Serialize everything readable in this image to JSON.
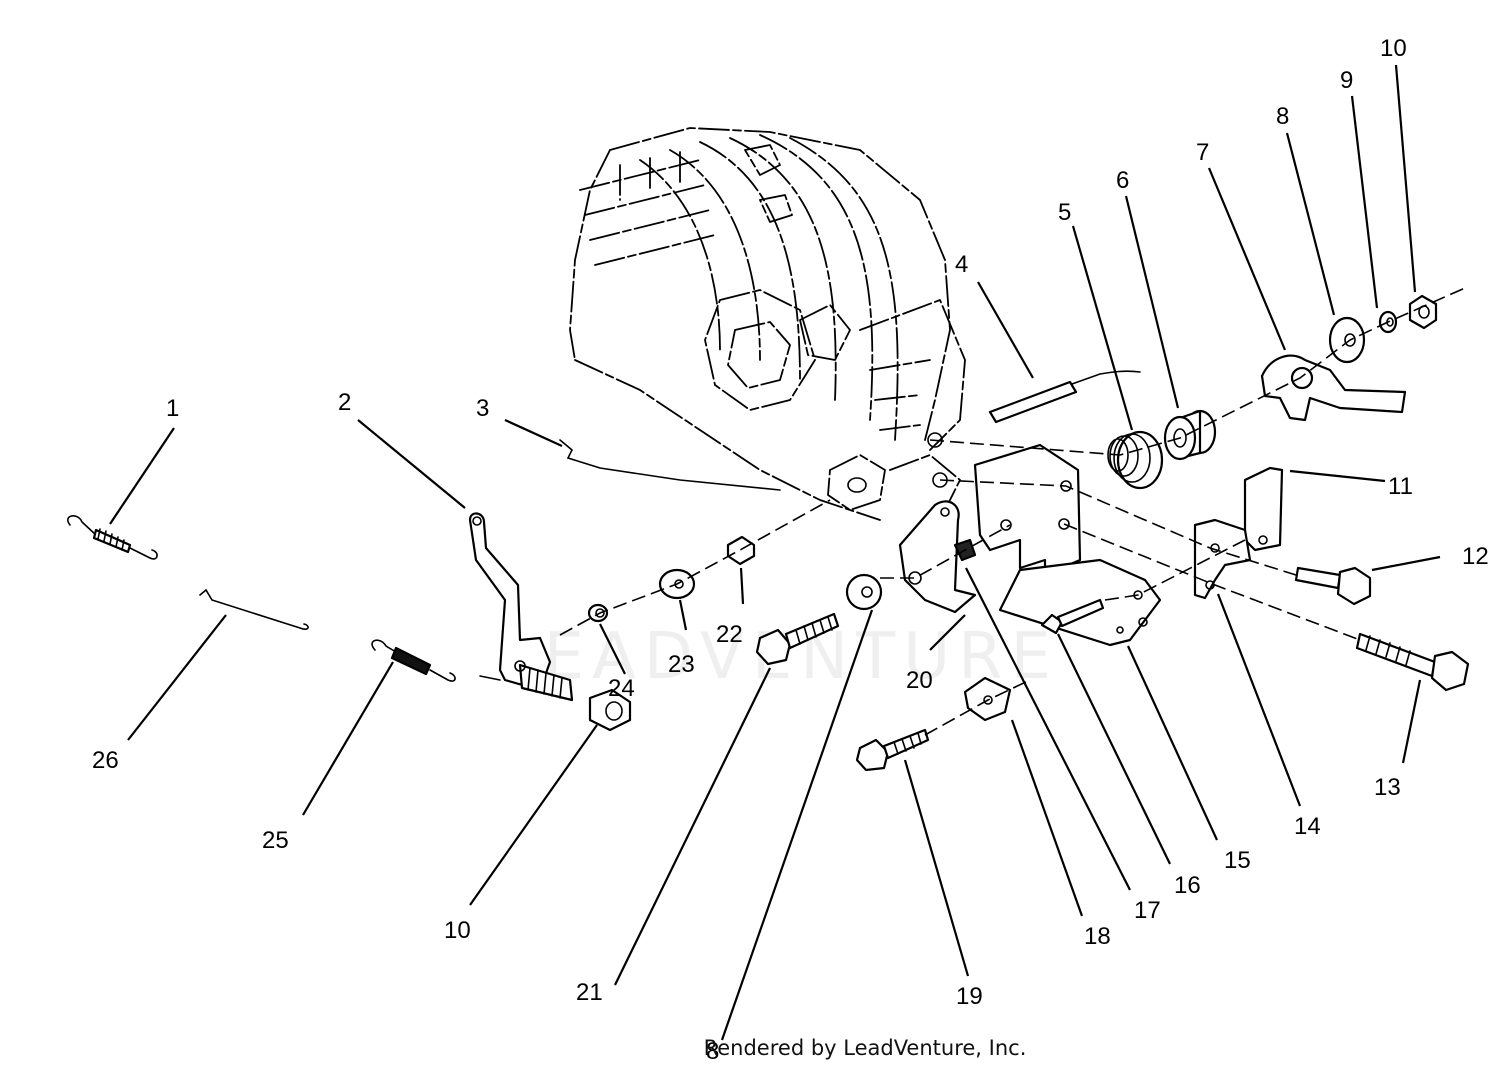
{
  "diagram": {
    "callouts": [
      {
        "id": "c1",
        "label": "1"
      },
      {
        "id": "c2",
        "label": "2"
      },
      {
        "id": "c3",
        "label": "3"
      },
      {
        "id": "c4",
        "label": "4"
      },
      {
        "id": "c5",
        "label": "5"
      },
      {
        "id": "c6",
        "label": "6"
      },
      {
        "id": "c7",
        "label": "7"
      },
      {
        "id": "c8",
        "label": "8"
      },
      {
        "id": "c9",
        "label": "9"
      },
      {
        "id": "c10a",
        "label": "10"
      },
      {
        "id": "c11",
        "label": "11"
      },
      {
        "id": "c12",
        "label": "12"
      },
      {
        "id": "c13",
        "label": "13"
      },
      {
        "id": "c14",
        "label": "14"
      },
      {
        "id": "c15",
        "label": "15"
      },
      {
        "id": "c16",
        "label": "16"
      },
      {
        "id": "c17",
        "label": "17"
      },
      {
        "id": "c18",
        "label": "18"
      },
      {
        "id": "c19",
        "label": "19"
      },
      {
        "id": "c20",
        "label": "20"
      },
      {
        "id": "c21",
        "label": "21"
      },
      {
        "id": "c22",
        "label": "22"
      },
      {
        "id": "c23",
        "label": "23"
      },
      {
        "id": "c24",
        "label": "24"
      },
      {
        "id": "c25",
        "label": "25"
      },
      {
        "id": "c26",
        "label": "26"
      },
      {
        "id": "c10b",
        "label": "10"
      },
      {
        "id": "c8b",
        "label": "8"
      }
    ]
  },
  "watermark": "LEADVENTURE",
  "footer": "Rendered by LeadVenture, Inc."
}
